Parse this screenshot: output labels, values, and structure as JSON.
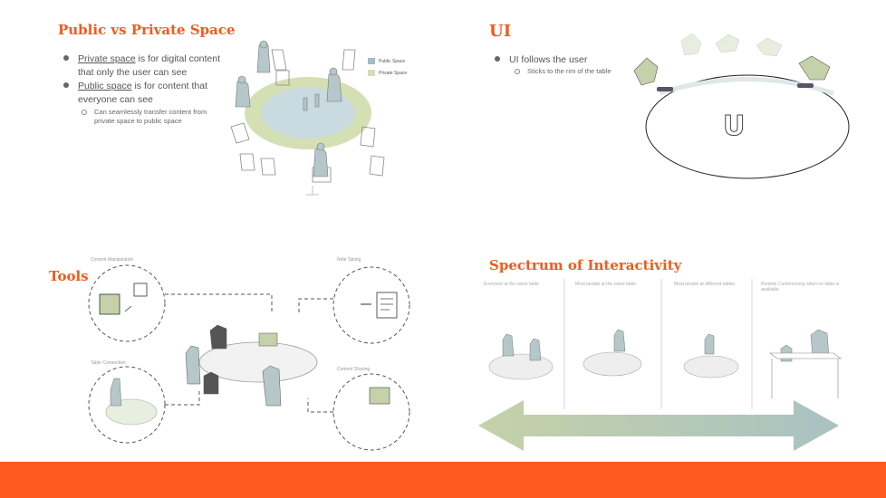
{
  "quadrants": {
    "public_private": {
      "title": "Public vs Private Space",
      "bullets": [
        {
          "prefix": "Private space",
          "rest": " is for digital content",
          "line2": "that only the user can see"
        },
        {
          "prefix": "Public space",
          "rest": " is for content that",
          "line2": "everyone can see"
        }
      ],
      "sub": [
        "Can seamlessly transfer content from",
        "private space to public space"
      ],
      "legend": [
        {
          "label": "Public Space",
          "color": "#9fbfc2"
        },
        {
          "label": "Private Space",
          "color": "#d4dfb4"
        }
      ]
    },
    "ui": {
      "title": "UI",
      "bullet": "UI follows the user",
      "sub": "Sticks to the rim of the table",
      "table_letter": "U"
    },
    "tools": {
      "title": "Tools",
      "labels": [
        "Content Manipulation",
        "Note Taking",
        "Table Connection",
        "Content Sharing"
      ]
    },
    "spectrum": {
      "title": "Spectrum of Interactivity",
      "columns": [
        "Everyone at the same table",
        "Most people at the same table",
        "Most people at different tables",
        "Remote Conferencing when no table is available"
      ],
      "arrow_colors": [
        "#c5d1a8",
        "#a9c2c2"
      ]
    }
  },
  "colors": {
    "accent": "#f25a1d",
    "footer": "#ff5a1f"
  }
}
